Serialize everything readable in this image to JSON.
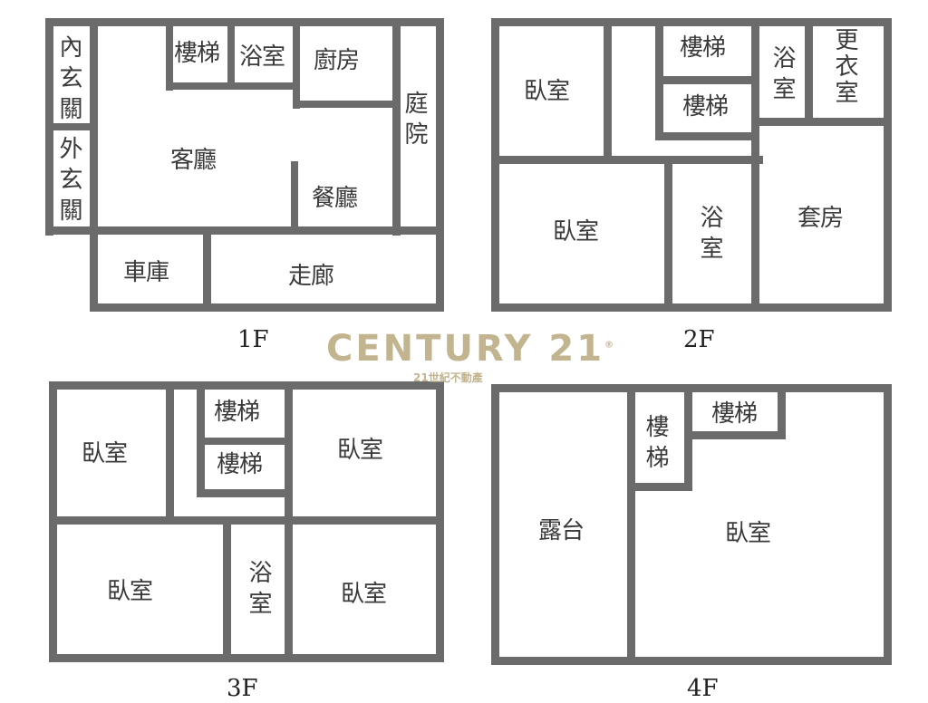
{
  "watermark": {
    "brand": "CENTURY 21",
    "registered_mark": "®",
    "subtitle": "21世紀不動產",
    "color": "#c2b48f"
  },
  "wall_color": "#6b6b6b",
  "floors": [
    {
      "label": "1F",
      "rooms": [
        "內玄關",
        "外玄關",
        "樓梯",
        "浴室",
        "廚房",
        "庭院",
        "客廳",
        "餐廳",
        "車庫",
        "走廊"
      ]
    },
    {
      "label": "2F",
      "rooms": [
        "臥室",
        "樓梯",
        "樓梯",
        "浴室",
        "更衣室",
        "臥室",
        "浴室",
        "套房"
      ]
    },
    {
      "label": "3F",
      "rooms": [
        "臥室",
        "樓梯",
        "樓梯",
        "臥室",
        "臥室",
        "浴室",
        "臥室"
      ]
    },
    {
      "label": "4F",
      "rooms": [
        "樓梯",
        "樓梯",
        "露台",
        "臥室"
      ]
    }
  ]
}
